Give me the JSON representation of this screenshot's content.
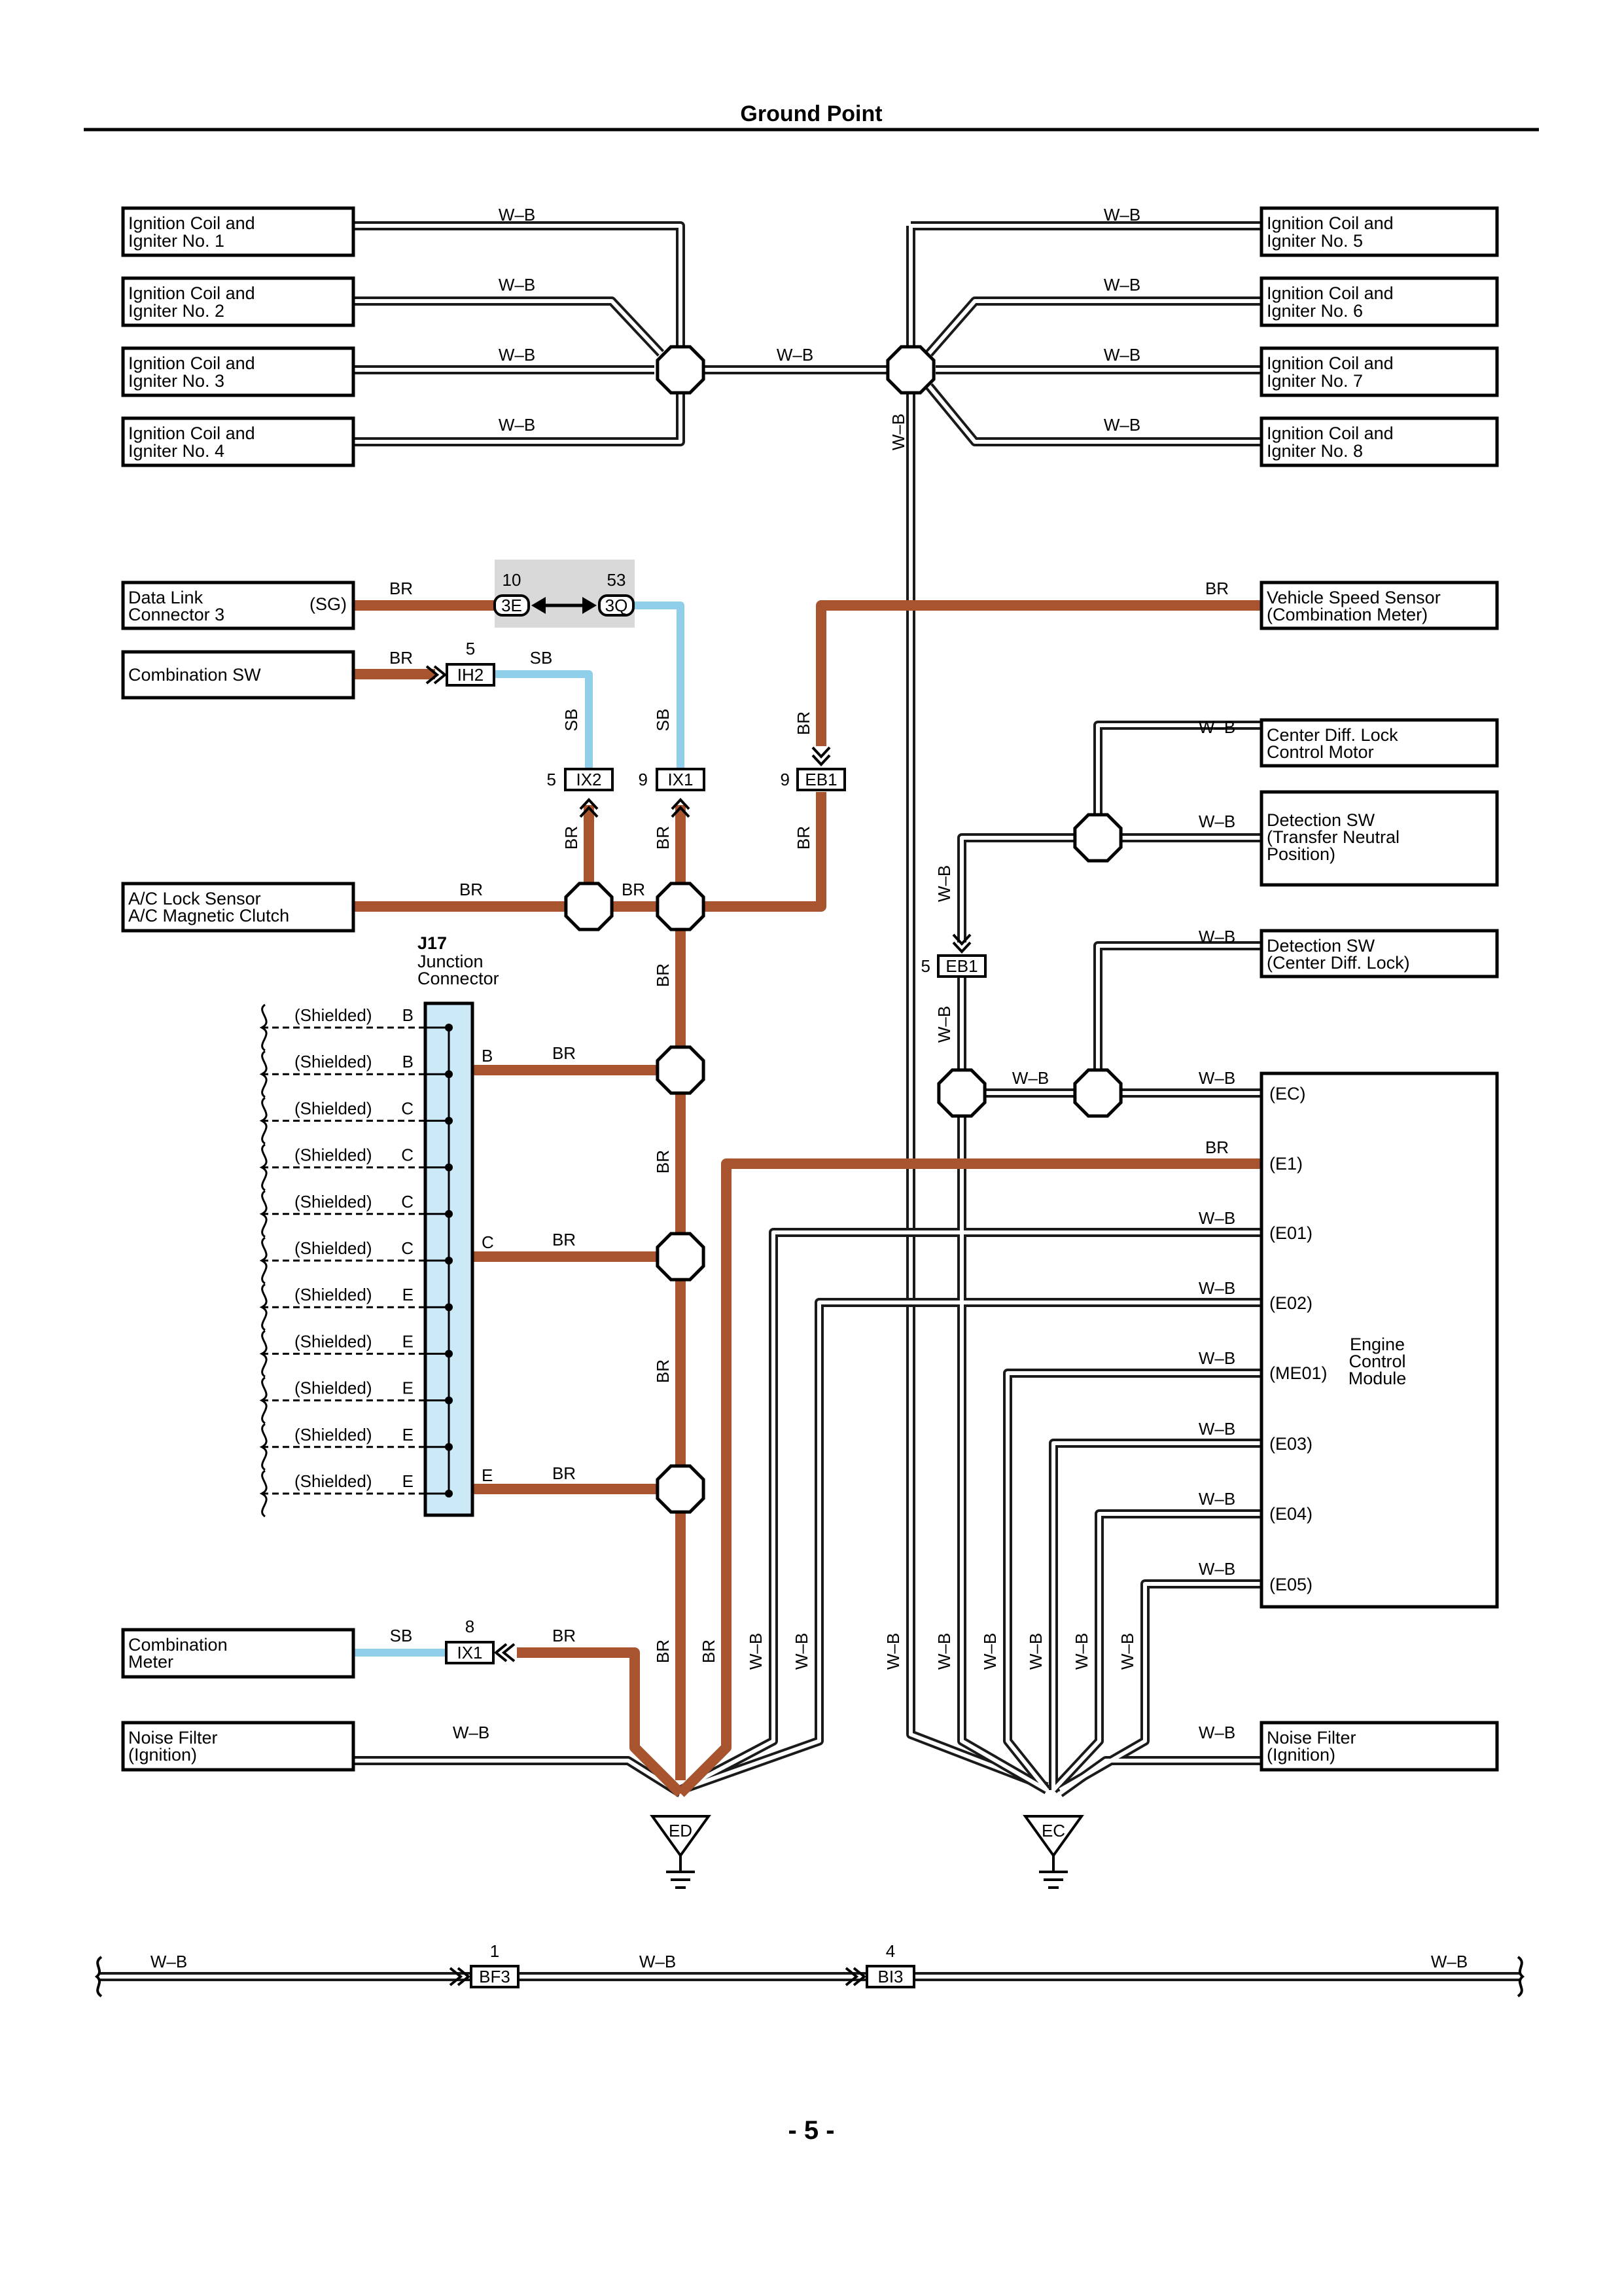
{
  "page": {
    "title": "Ground Point",
    "page_number": "- 5 -"
  },
  "colors": {
    "br": "#a8552f",
    "sb": "#8fcfea",
    "wb": "#1a1a1a",
    "junction_connector_fill": "#cce9f8",
    "connector_group_bg": "#d9d9d9"
  },
  "wire_labels": {
    "wb": "W–B",
    "br": "BR",
    "sb": "SB"
  },
  "components": {
    "ign1": [
      "Ignition Coil and",
      "Igniter No. 1"
    ],
    "ign2": [
      "Ignition Coil and",
      "Igniter No. 2"
    ],
    "ign3": [
      "Ignition Coil and",
      "Igniter No. 3"
    ],
    "ign4": [
      "Ignition Coil and",
      "Igniter No. 4"
    ],
    "ign5": [
      "Ignition Coil and",
      "Igniter No. 5"
    ],
    "ign6": [
      "Ignition Coil and",
      "Igniter No. 6"
    ],
    "ign7": [
      "Ignition Coil and",
      "Igniter No. 7"
    ],
    "ign8": [
      "Ignition Coil and",
      "Igniter No. 8"
    ],
    "dlc3": [
      "Data Link",
      "Connector 3"
    ],
    "dlc3_pin": "(SG)",
    "combination_sw": "Combination SW",
    "vss": [
      "Vehicle Speed Sensor",
      "(Combination Meter)"
    ],
    "center_diff_motor": [
      "Center Diff.  Lock",
      "Control Motor"
    ],
    "det_transfer": [
      "Detection SW",
      "(Transfer Neutral",
      "  Position)"
    ],
    "det_center": [
      "Detection SW",
      "(Center Diff.  Lock)"
    ],
    "ac_lock": [
      "A/C Lock Sensor",
      "A/C Magnetic Clutch"
    ],
    "combination_meter": [
      "Combination",
      "Meter"
    ],
    "noise_filter_left": [
      "Noise Filter",
      "(Ignition)"
    ],
    "noise_filter_right": [
      "Noise Filter",
      "(Ignition)"
    ]
  },
  "ecm": {
    "name": [
      "Engine",
      "Control",
      "Module"
    ],
    "pins": [
      "(EC)",
      "(E1)",
      "(E01)",
      "(E02)",
      "(ME01)",
      "(E03)",
      "(E04)",
      "(E05)"
    ]
  },
  "j17": {
    "code": "J17",
    "name": [
      "Junction",
      "Connector"
    ],
    "shielded_label": "(Shielded)",
    "rows": [
      "B",
      "B",
      "C",
      "C",
      "C",
      "C",
      "E",
      "E",
      "E",
      "E",
      "E"
    ],
    "outputs": [
      "B",
      "C",
      "E"
    ]
  },
  "connectors": {
    "c3e": {
      "code": "3E",
      "pin": "10"
    },
    "c3q": {
      "code": "3Q",
      "pin": "53"
    },
    "ih2": {
      "code": "IH2",
      "pin": "5"
    },
    "ix2": {
      "code": "IX2",
      "pin": "5"
    },
    "ix1": {
      "code": "IX1",
      "pin": "9"
    },
    "eb1_top": {
      "code": "EB1",
      "pin": "9"
    },
    "eb1_mid": {
      "code": "EB1",
      "pin": "5"
    },
    "ix1_low": {
      "code": "IX1",
      "pin": "8"
    },
    "bf3": {
      "code": "BF3",
      "pin": "1"
    },
    "bi3": {
      "code": "BI3",
      "pin": "4"
    }
  },
  "grounds": {
    "left": "ED",
    "right": "EC"
  }
}
